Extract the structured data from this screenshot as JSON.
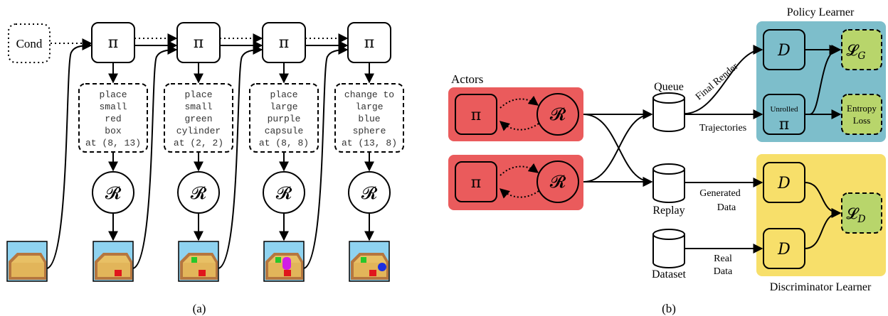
{
  "colors": {
    "actors_bg": "#ea5b5c",
    "policy_learner_bg": "#7dbecb",
    "discriminator_learner_bg": "#f7df6a",
    "loss_box": "#b8d56b",
    "discriminator_box": "#f7df6a",
    "arena_sky": "#8fd3f0",
    "arena_sand": "#e8c065",
    "arena_wall": "#b5763f"
  },
  "panel_a": {
    "caption": "(a)",
    "cond_label": "Cond",
    "policy_symbol": "π",
    "renderer_symbol": "𝓡",
    "steps": [
      {
        "lines": [
          "place",
          "small",
          "red",
          "box",
          "at (8, 13)"
        ]
      },
      {
        "lines": [
          "place",
          "small",
          "green",
          "cylinder",
          "at (2, 2)"
        ]
      },
      {
        "lines": [
          "place",
          "large",
          "purple",
          "capsule",
          "at (8, 8)"
        ]
      },
      {
        "lines": [
          "change to",
          "large",
          "blue",
          "sphere",
          "at (13, 8)"
        ]
      }
    ]
  },
  "panel_b": {
    "caption": "(b)",
    "actors_label": "Actors",
    "queue_label": "Queue",
    "replay_label": "Replay",
    "dataset_label": "Dataset",
    "final_render_label": "Final Render",
    "trajectories_label": "Trajectories",
    "generated_data_label": [
      "Generated",
      "Data"
    ],
    "real_data_label": [
      "Real",
      "Data"
    ],
    "policy_learner_label": "Policy Learner",
    "discriminator_learner_label": "Discriminator Learner",
    "d_symbol": "D",
    "unrolled_label": "Unrolled",
    "entropy_loss_label": [
      "Entropy",
      "Loss"
    ],
    "loss_g": {
      "main": "𝓛",
      "sub": "G"
    },
    "loss_d": {
      "main": "𝓛",
      "sub": "D"
    }
  }
}
